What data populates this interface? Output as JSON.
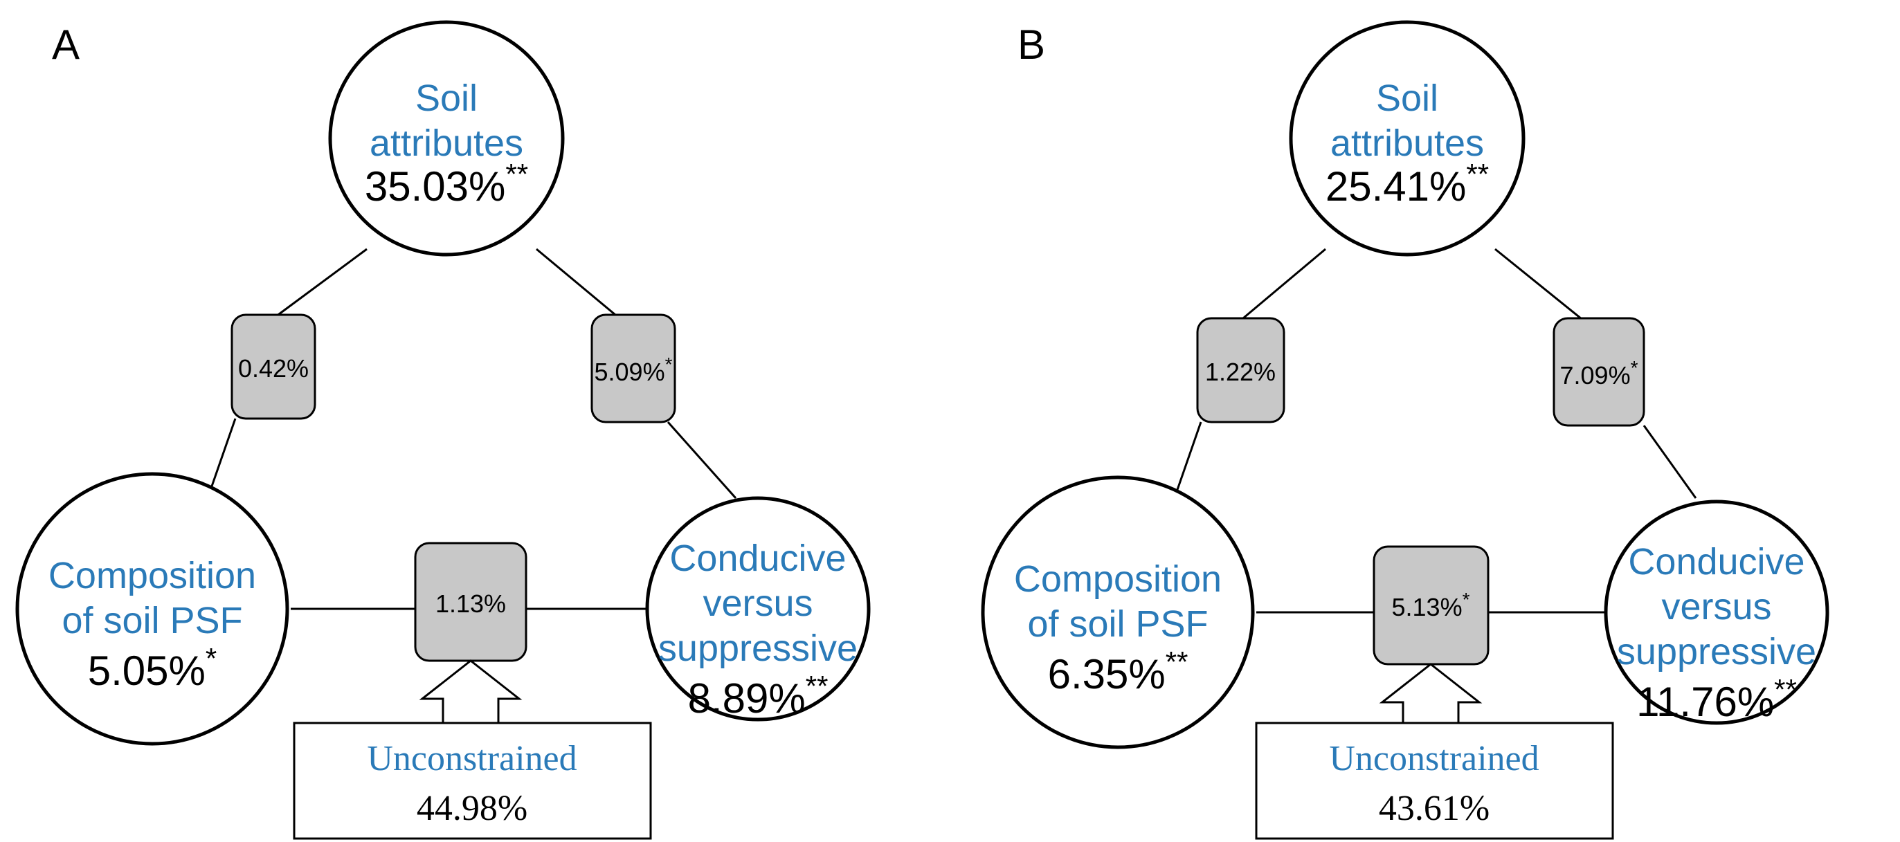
{
  "panels": [
    {
      "letter": "A",
      "soil": {
        "line1": "Soil",
        "line2": "attributes",
        "value": "35.03%",
        "sig": "**"
      },
      "composition": {
        "line1": "Composition",
        "line2": "of soil PSF",
        "value": "5.05%",
        "sig": "*"
      },
      "conducive": {
        "line1": "Conducive",
        "line2": "versus",
        "line3": "suppressive",
        "value": "8.89%",
        "sig": "**"
      },
      "shared_soil_composition": {
        "value": "0.42%",
        "sig": ""
      },
      "shared_soil_conducive": {
        "value": "5.09%",
        "sig": "*"
      },
      "shared_composition_conducive": {
        "value": "1.13%",
        "sig": ""
      },
      "unconstrained": {
        "label": "Unconstrained",
        "value": "44.98%"
      }
    },
    {
      "letter": "B",
      "soil": {
        "line1": "Soil",
        "line2": "attributes",
        "value": "25.41%",
        "sig": "**"
      },
      "composition": {
        "line1": "Composition",
        "line2": "of soil PSF",
        "value": "6.35%",
        "sig": "**"
      },
      "conducive": {
        "line1": "Conducive",
        "line2": "versus",
        "line3": "suppressive",
        "value": "11.76%",
        "sig": "**"
      },
      "shared_soil_composition": {
        "value": "1.22%",
        "sig": ""
      },
      "shared_soil_conducive": {
        "value": "7.09%",
        "sig": "*"
      },
      "shared_composition_conducive": {
        "value": "5.13%",
        "sig": "*"
      },
      "unconstrained": {
        "label": "Unconstrained",
        "value": "43.61%"
      }
    }
  ]
}
